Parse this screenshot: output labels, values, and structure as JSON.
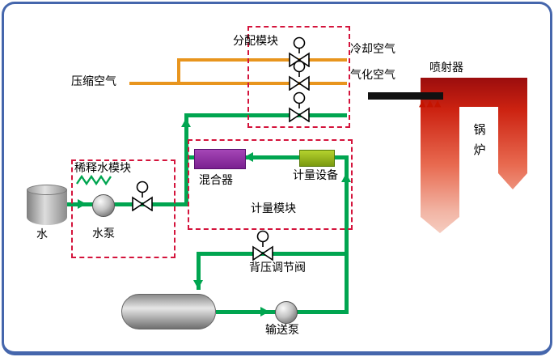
{
  "labels": {
    "compressed_air": "压缩空气",
    "distribution_module": "分配模块",
    "cooling_air": "冷却空气",
    "gasification_air": "气化空气",
    "injector": "喷射器",
    "boiler": "锅炉",
    "dilution_water_module": "稀释水模块",
    "mixer": "混合器",
    "metering_device": "计量设备",
    "metering_module": "计量模块",
    "water": "水",
    "water_pump": "水泵",
    "back_pressure_valve": "背压调节阀",
    "transfer_pump": "输送泵"
  },
  "icons": {
    "nozzles": "▲▲▲"
  },
  "colors": {
    "air_line": "#E8951E",
    "liquid_line": "#00A550",
    "module_box_dashed": "#D4143C",
    "mixer_fill": "#8E2E9E",
    "metering_fill": "#96B41E",
    "frame": "#4566AC",
    "lance": "#111111",
    "nozzle": "#C41400",
    "boiler_gradient_top": "#9B0D0D",
    "boiler_gradient_bottom": "#F6D0C4"
  }
}
